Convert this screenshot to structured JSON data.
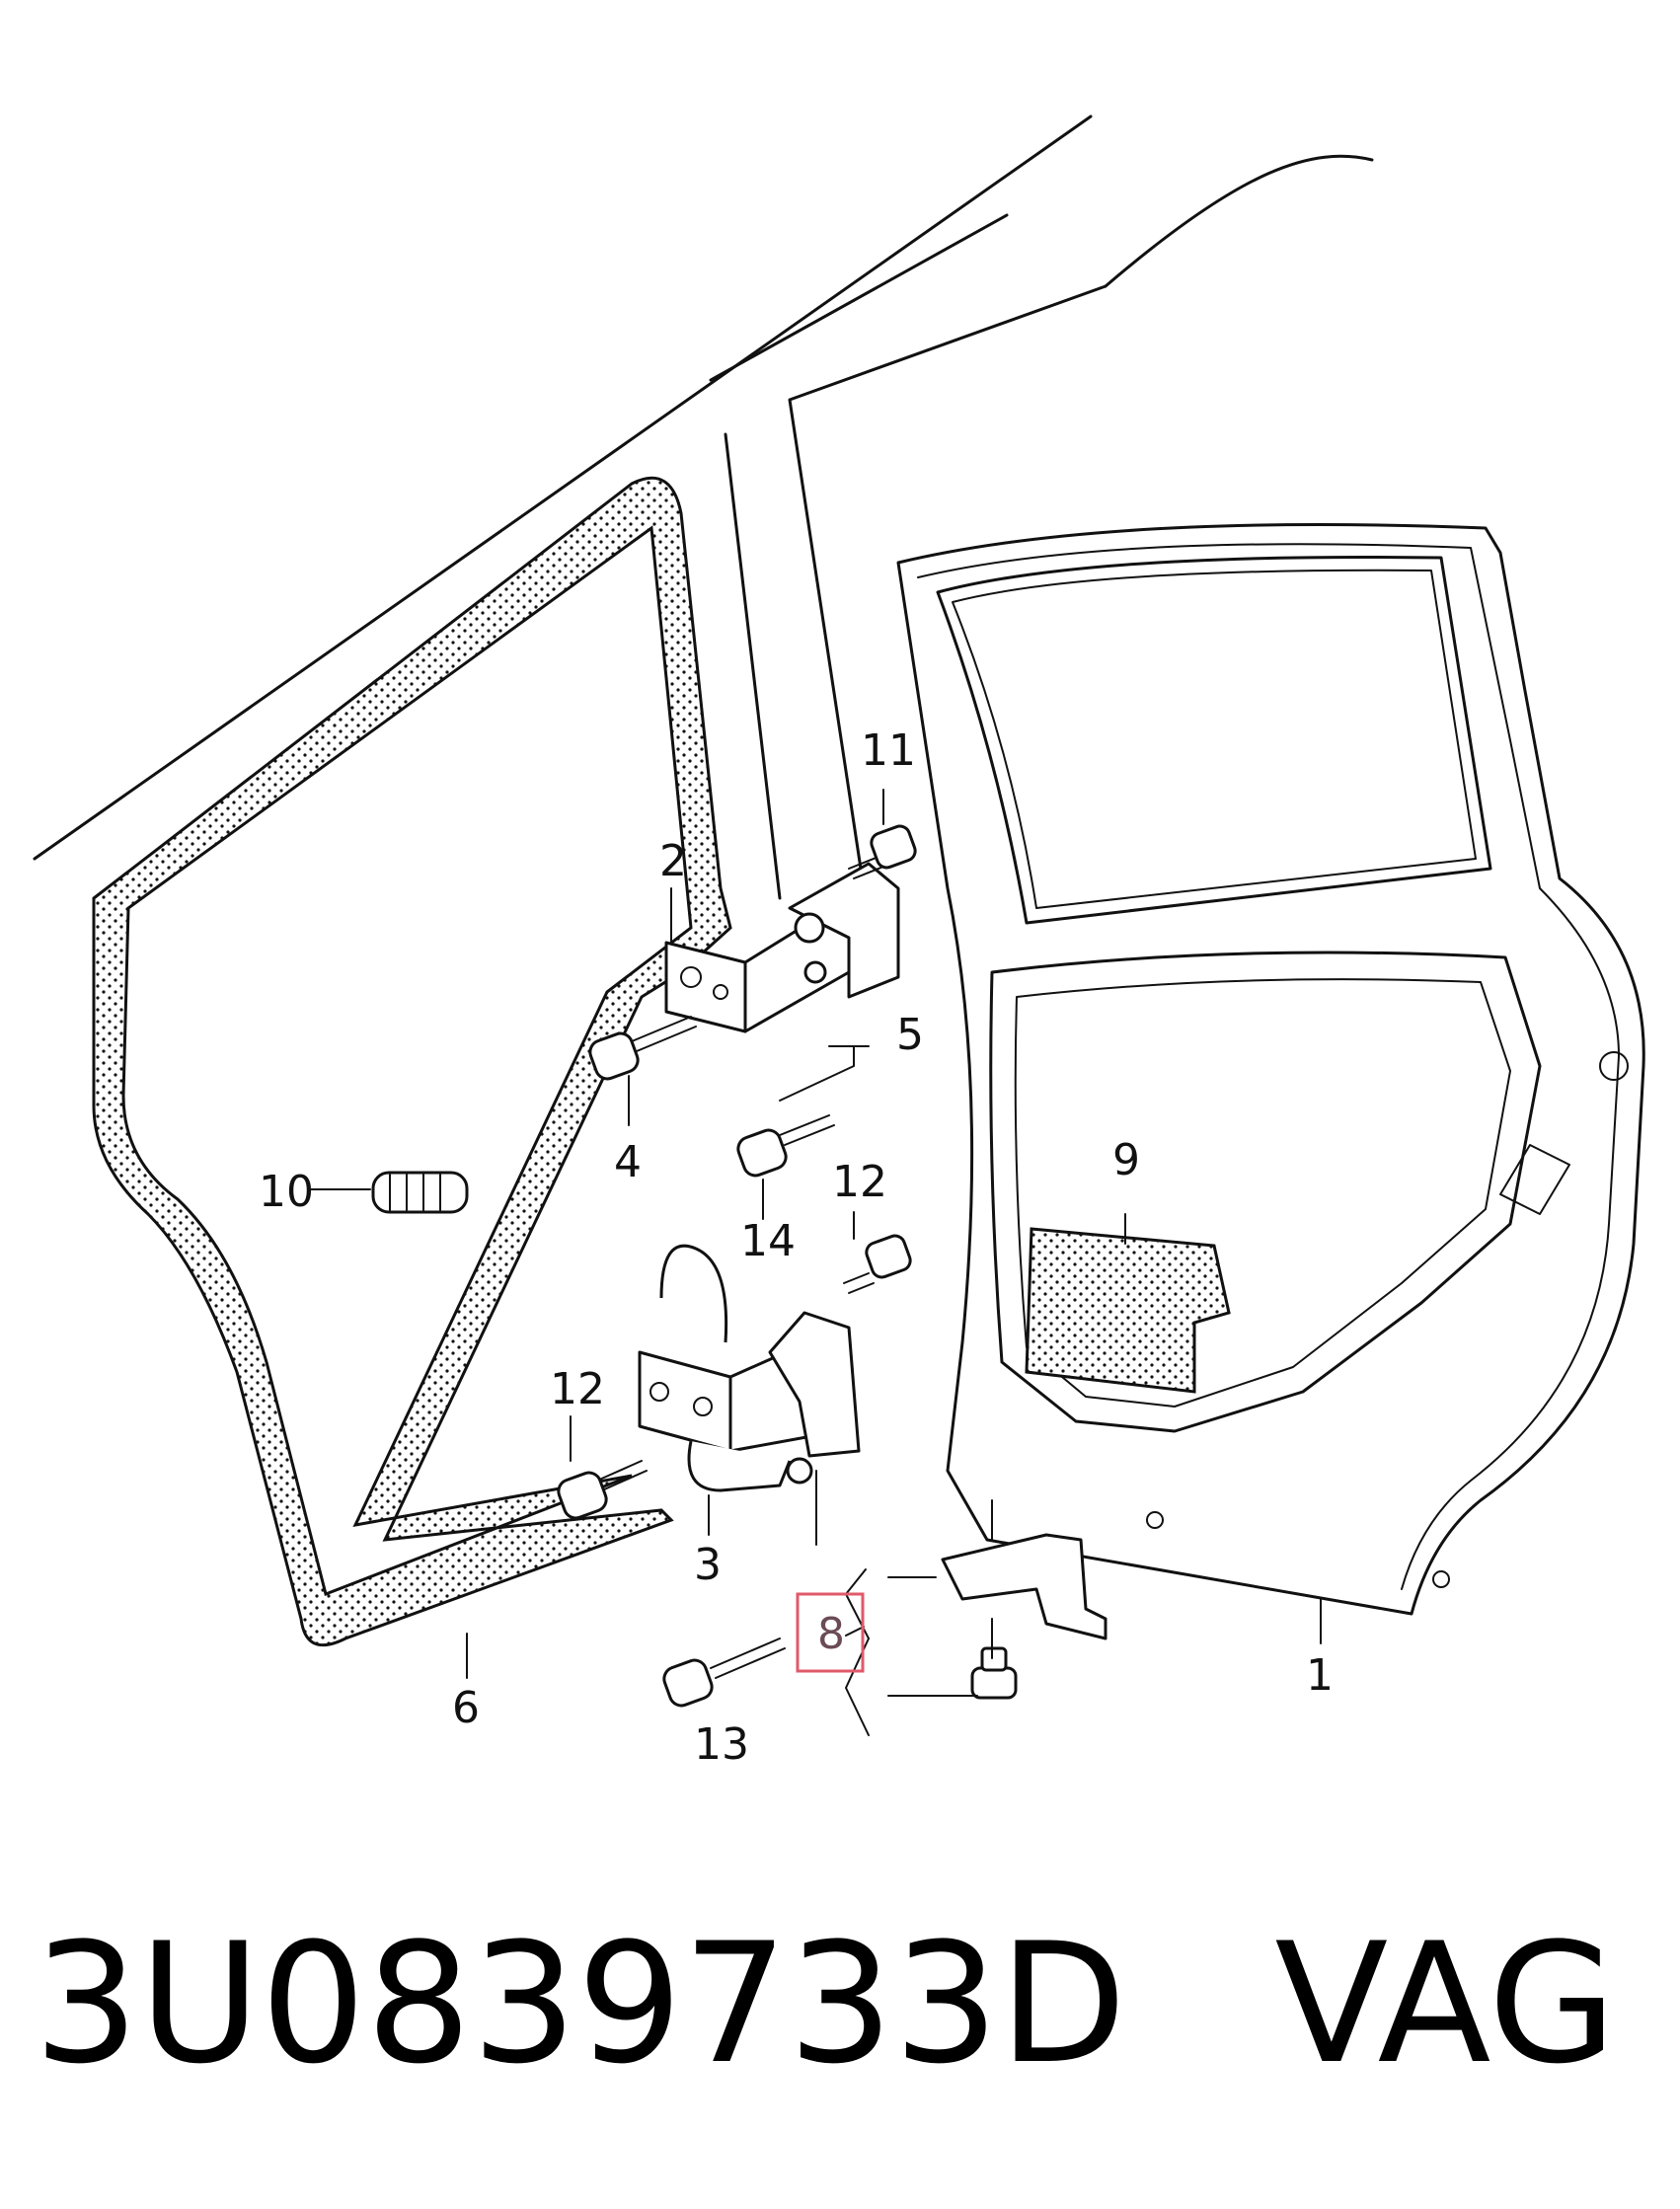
{
  "callouts": {
    "c1": "1",
    "c2": "2",
    "c3": "3",
    "c4": "4",
    "c5": "5",
    "c6": "6",
    "c8": "8",
    "c9": "9",
    "c10": "10",
    "c11": "11",
    "c12a": "12",
    "c12b": "12",
    "c13": "13",
    "c14": "14"
  },
  "highlight": {
    "label": "8",
    "color": "#e05a6a"
  },
  "footer": {
    "part_number": "3U0839733D",
    "brand": "VAG"
  }
}
